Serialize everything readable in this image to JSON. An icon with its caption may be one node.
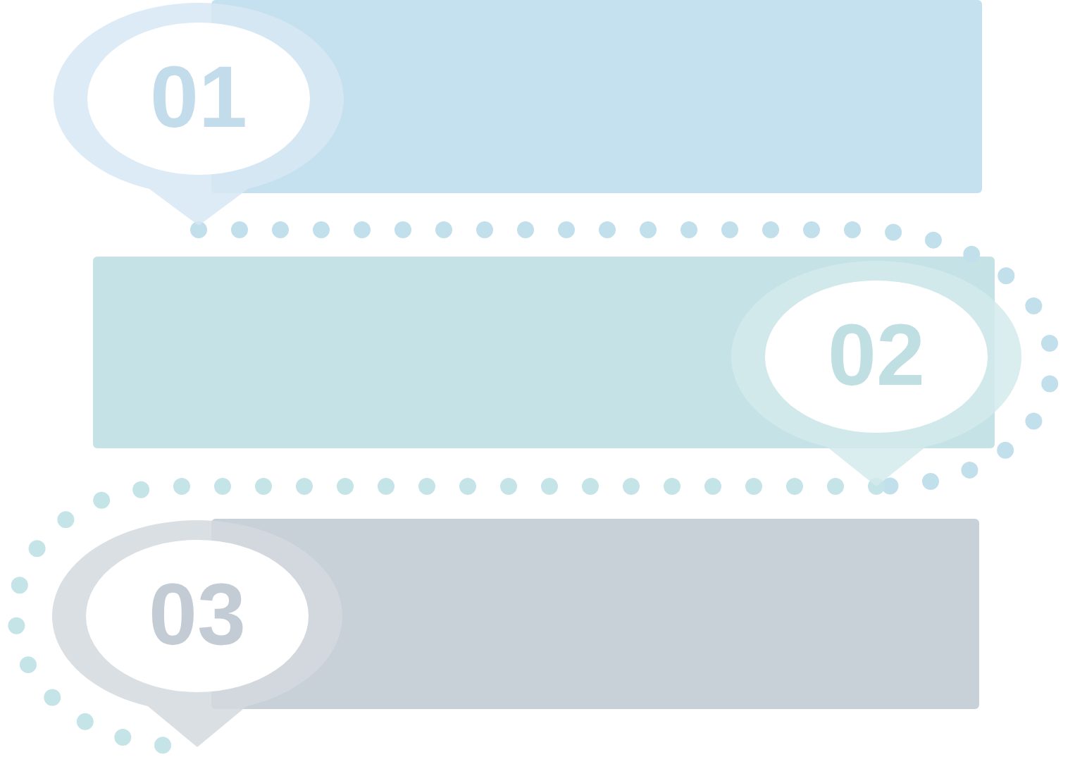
{
  "diagram": {
    "nodes": [
      {
        "text": [],
        "shape": "bar"
      },
      {
        "text": [
          "01"
        ]
      },
      {
        "text": [],
        "shape": "bar"
      },
      {
        "text": [
          "02"
        ]
      },
      {
        "text": [],
        "shape": "bar"
      },
      {
        "text": [
          "03"
        ]
      }
    ],
    "edges": [
      {
        "from": 1,
        "to": 3,
        "arrow": "none",
        "style": "dashed"
      },
      {
        "from": 3,
        "to": 5,
        "arrow": "none",
        "style": "dashed"
      }
    ]
  }
}
